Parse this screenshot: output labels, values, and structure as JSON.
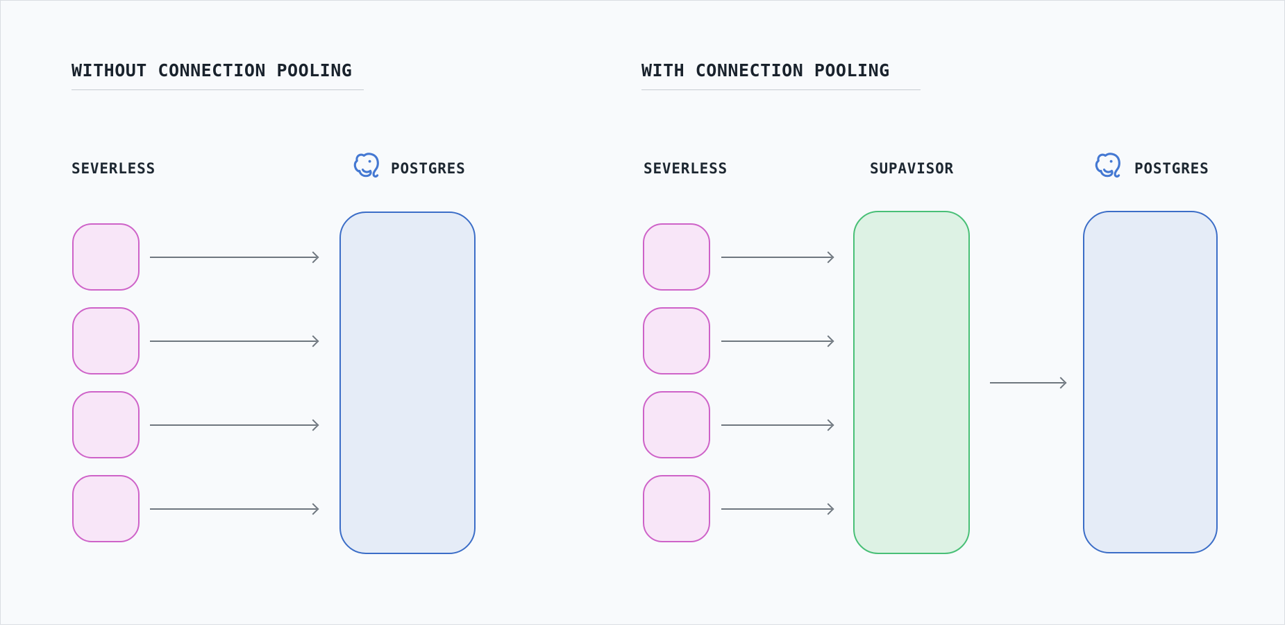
{
  "theme": {
    "background": "#f8fafc",
    "canvas_border": "#d9dde2",
    "title_color": "#19222c",
    "underline_color": "#c6cbd1",
    "label_color": "#1d2731",
    "serverless_box_fill": "#f8e6f8",
    "serverless_box_border": "#ce62c8",
    "postgres_box_fill": "#e5ecf7",
    "postgres_box_border": "#3b6dc7",
    "supavisor_box_fill": "#ddf2e4",
    "supavisor_box_border": "#48bf76",
    "arrow_color": "#6e767e",
    "postgres_icon_color": "#4478d2"
  },
  "left_panel": {
    "title": "WITHOUT CONNECTION POOLING",
    "serverless_label": "SEVERLESS",
    "postgres_label": "POSTGRES",
    "postgres_icon": "postgres-elephant-icon",
    "connection_count": 4
  },
  "right_panel": {
    "title": "WITH CONNECTION POOLING",
    "serverless_label": "SEVERLESS",
    "supavisor_label": "SUPAVISOR",
    "postgres_label": "POSTGRES",
    "postgres_icon": "postgres-elephant-icon",
    "connection_count": 4,
    "pooled_connection_count": 1
  }
}
